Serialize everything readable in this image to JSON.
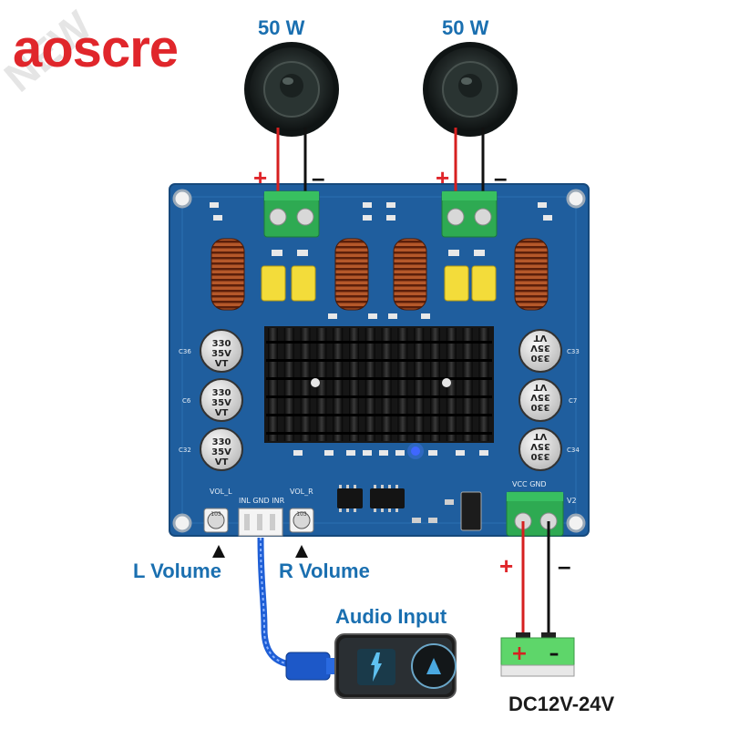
{
  "brand": {
    "name": "aoscre",
    "watermark": "NEW"
  },
  "speakers": [
    {
      "power": "50 W",
      "plus": "+",
      "minus": "–"
    },
    {
      "power": "50 W",
      "plus": "+",
      "minus": "–"
    }
  ],
  "controls": {
    "left_volume": "L Volume",
    "right_volume": "R Volume"
  },
  "audio_input": {
    "label": "Audio Input"
  },
  "power_supply": {
    "label": "DC12V-24V",
    "plus": "+",
    "minus": "–"
  },
  "board": {
    "cap_value": "330",
    "cap_voltage": "35V",
    "cap_series": "VT",
    "cap_ids_left": [
      "C36",
      "C6",
      "C32"
    ],
    "cap_ids_right": [
      "C33",
      "C7",
      "C34"
    ],
    "vol_l": "VOL_L",
    "vol_r": "VOL_R",
    "input_pins": "INL GND INR",
    "power_pins": "VCC GND",
    "v2": "V2",
    "pot_marking": "103"
  },
  "colors": {
    "board": "#1f5e9e",
    "board_dark": "#174c82",
    "terminal": "#2eaa52",
    "heatsink": "#161616",
    "wire_red": "#d62020",
    "wire_black": "#111111",
    "battery": "#5ed66a",
    "brand_red": "#e0262b",
    "label_blue": "#1a6fb0"
  }
}
